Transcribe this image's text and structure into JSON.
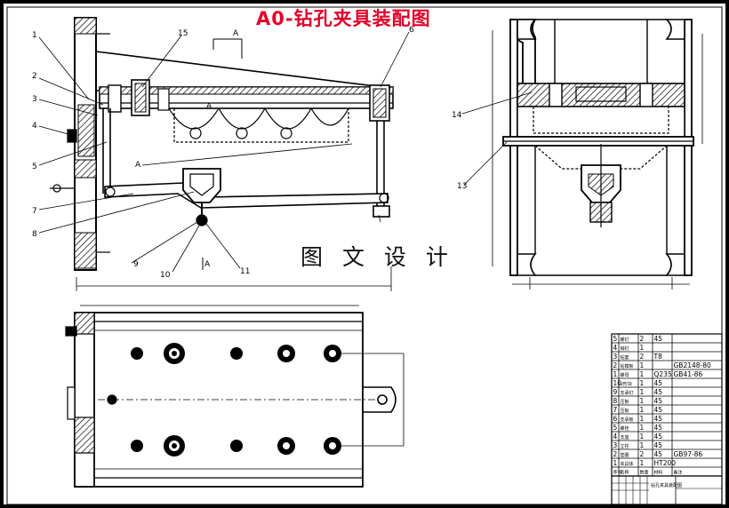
{
  "title": "A0-钻孔夹具装配图",
  "watermark": "图 文 设 计",
  "view_labels": {
    "section_a_top": "A",
    "section_a_left": "A",
    "section_a_center": "A",
    "section_a_bottom": "A"
  },
  "callouts": [
    "1",
    "2",
    "3",
    "4",
    "5",
    "6",
    "7",
    "8",
    "9",
    "10",
    "11",
    "13",
    "14",
    "15"
  ],
  "bom_rows": [
    {
      "no": "5",
      "name": "螺钉",
      "qty": "2",
      "material": "45",
      "note": ""
    },
    {
      "no": "4",
      "name": "销钉",
      "qty": "1",
      "material": "",
      "note": ""
    },
    {
      "no": "3",
      "name": "钻套",
      "qty": "2",
      "material": "T8",
      "note": ""
    },
    {
      "no": "2",
      "name": "钻模板",
      "qty": "1",
      "material": "",
      "note": "GB2148-80"
    },
    {
      "no": "1",
      "name": "螺母",
      "qty": "1",
      "material": "Q235",
      "note": "GB41-86"
    },
    {
      "no": "10",
      "name": "V形块",
      "qty": "1",
      "material": "45",
      "note": ""
    },
    {
      "no": "9",
      "name": "支承钉",
      "qty": "1",
      "material": "45",
      "note": ""
    },
    {
      "no": "8",
      "name": "压板",
      "qty": "1",
      "material": "45",
      "note": ""
    },
    {
      "no": "7",
      "name": "压板",
      "qty": "1",
      "material": "45",
      "note": ""
    },
    {
      "no": "6",
      "name": "支承板",
      "qty": "1",
      "material": "45",
      "note": ""
    },
    {
      "no": "5",
      "name": "螺栓",
      "qty": "1",
      "material": "45",
      "note": ""
    },
    {
      "no": "4",
      "name": "支座",
      "qty": "1",
      "material": "45",
      "note": ""
    },
    {
      "no": "3",
      "name": "立柱",
      "qty": "1",
      "material": "45",
      "note": ""
    },
    {
      "no": "2",
      "name": "垫圈",
      "qty": "2",
      "material": "45",
      "note": "GB97-86"
    },
    {
      "no": "1",
      "name": "夹具体",
      "qty": "1",
      "material": "HT200",
      "note": ""
    }
  ],
  "bom_header": {
    "no": "序号",
    "name": "名称",
    "qty": "数量",
    "material": "材料",
    "note": "备注"
  },
  "title_block": {
    "drawing_name": "钻孔夹具装配图"
  }
}
